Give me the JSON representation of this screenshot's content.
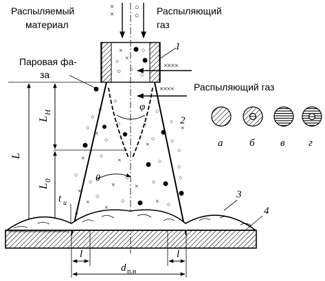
{
  "labels": {
    "sprayed_material": [
      "Распыляемый",
      "материал"
    ],
    "atomizing_gas_top": [
      "Распыляющий",
      "газ"
    ],
    "vapor_phase": [
      "Паровая фа-",
      "за"
    ],
    "atomizing_gas_right": "Распыляющий газ",
    "num_1": "1",
    "num_2": "2",
    "num_3": "3",
    "num_4": "4",
    "phi": "φ",
    "theta": "θ",
    "L": "L",
    "L_H": "L",
    "L_H_sub": "Н",
    "L_0": "L",
    "L_0_sub": "0",
    "t_u": "t",
    "t_u_sub": "u",
    "l_left": "l",
    "l_right": "l",
    "d_main": "d",
    "d_sub": "п.н"
  },
  "particle_types": [
    {
      "label": "а",
      "pattern": "hatched"
    },
    {
      "label": "б",
      "pattern": "hatched-with-core"
    },
    {
      "label": "в",
      "pattern": "horizontal-lines"
    },
    {
      "label": "г",
      "pattern": "lines-with-core"
    }
  ],
  "gas_flow_marks": {
    "top": "× ×\n× ×",
    "right": "××××"
  }
}
